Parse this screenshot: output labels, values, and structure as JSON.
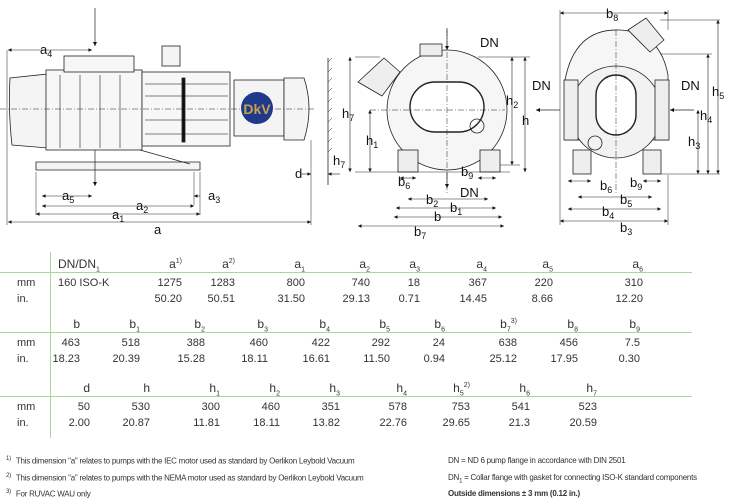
{
  "drawings": {
    "side_view": {
      "labels": [
        {
          "base": "a",
          "sub": "4"
        },
        {
          "base": "a",
          "sub": "5"
        },
        {
          "base": "a",
          "sub": "2"
        },
        {
          "base": "a",
          "sub": "3"
        },
        {
          "base": "a",
          "sub": "1"
        },
        {
          "base": "a",
          "sub": ""
        },
        {
          "base": "d",
          "sub": ""
        },
        {
          "base": "h",
          "sub": "7"
        }
      ],
      "logo_text": "DkV"
    },
    "front_view": {
      "labels": [
        {
          "base": "DN",
          "sub": ""
        },
        {
          "base": "h",
          "sub": "7"
        },
        {
          "base": "h",
          "sub": "1"
        },
        {
          "base": "h",
          "sub": "2"
        },
        {
          "base": "h",
          "sub": ""
        },
        {
          "base": "b",
          "sub": "6"
        },
        {
          "base": "b",
          "sub": "9"
        },
        {
          "base": "DN",
          "sub": ""
        },
        {
          "base": "b",
          "sub": "2"
        },
        {
          "base": "b",
          "sub": "1"
        },
        {
          "base": "b",
          "sub": ""
        },
        {
          "base": "b",
          "sub": "7"
        }
      ]
    },
    "end_view": {
      "labels": [
        {
          "base": "b",
          "sub": "8"
        },
        {
          "base": "DN",
          "sub": ""
        },
        {
          "base": "DN",
          "sub": ""
        },
        {
          "base": "h",
          "sub": "5"
        },
        {
          "base": "h",
          "sub": "4"
        },
        {
          "base": "h",
          "sub": "3"
        },
        {
          "base": "b",
          "sub": "6"
        },
        {
          "base": "b",
          "sub": "9"
        },
        {
          "base": "b",
          "sub": "5"
        },
        {
          "base": "b",
          "sub": "4"
        },
        {
          "base": "b",
          "sub": "3"
        }
      ]
    }
  },
  "table": {
    "row_labels": {
      "mm": "mm",
      "in": "in."
    },
    "blocks": [
      {
        "headers": [
          {
            "base": "DN/DN",
            "sub": "1",
            "sup": ""
          },
          {
            "base": "a",
            "sub": "",
            "sup": "1)"
          },
          {
            "base": "a",
            "sub": "",
            "sup": "2)"
          },
          {
            "base": "a",
            "sub": "1",
            "sup": ""
          },
          {
            "base": "a",
            "sub": "2",
            "sup": ""
          },
          {
            "base": "a",
            "sub": "3",
            "sup": ""
          },
          {
            "base": "a",
            "sub": "4",
            "sup": ""
          },
          {
            "base": "a",
            "sub": "5",
            "sup": ""
          },
          {
            "base": "a",
            "sub": "6",
            "sup": ""
          }
        ],
        "mm": [
          "160 ISO-K",
          "1275",
          "1283",
          "800",
          "740",
          "18",
          "367",
          "220",
          "310"
        ],
        "in": [
          "",
          "50.20",
          "50.51",
          "31.50",
          "29.13",
          "0.71",
          "14.45",
          "8.66",
          "12.20"
        ]
      },
      {
        "headers": [
          {
            "base": "b",
            "sub": "",
            "sup": ""
          },
          {
            "base": "b",
            "sub": "1",
            "sup": ""
          },
          {
            "base": "b",
            "sub": "2",
            "sup": ""
          },
          {
            "base": "b",
            "sub": "3",
            "sup": ""
          },
          {
            "base": "b",
            "sub": "4",
            "sup": ""
          },
          {
            "base": "b",
            "sub": "5",
            "sup": ""
          },
          {
            "base": "b",
            "sub": "6",
            "sup": ""
          },
          {
            "base": "b",
            "sub": "7",
            "sup": "3)"
          },
          {
            "base": "b",
            "sub": "8",
            "sup": ""
          },
          {
            "base": "b",
            "sub": "9",
            "sup": ""
          }
        ],
        "mm": [
          "463",
          "518",
          "388",
          "460",
          "422",
          "292",
          "24",
          "638",
          "456",
          "7.5"
        ],
        "in": [
          "18.23",
          "20.39",
          "15.28",
          "18.11",
          "16.61",
          "11.50",
          "0.94",
          "25.12",
          "17.95",
          "0.30"
        ]
      },
      {
        "headers": [
          {
            "base": "d",
            "sub": "",
            "sup": ""
          },
          {
            "base": "h",
            "sub": "",
            "sup": ""
          },
          {
            "base": "h",
            "sub": "1",
            "sup": ""
          },
          {
            "base": "h",
            "sub": "2",
            "sup": ""
          },
          {
            "base": "h",
            "sub": "3",
            "sup": ""
          },
          {
            "base": "h",
            "sub": "4",
            "sup": ""
          },
          {
            "base": "h",
            "sub": "5",
            "sup": "2)"
          },
          {
            "base": "h",
            "sub": "6",
            "sup": ""
          },
          {
            "base": "h",
            "sub": "7",
            "sup": ""
          }
        ],
        "mm": [
          "50",
          "530",
          "300",
          "460",
          "351",
          "578",
          "753",
          "541",
          "523"
        ],
        "in": [
          "2.00",
          "20.87",
          "11.81",
          "18.11",
          "13.82",
          "22.76",
          "29.65",
          "21.3",
          "20.59"
        ]
      }
    ]
  },
  "footnotes": [
    {
      "mark": "1)",
      "text": "This dimension \"a\" relates to pumps with the IEC motor used as standard by Oerlikon Leybold Vacuum"
    },
    {
      "mark": "2)",
      "text": "This dimension \"a\" relates to pumps with the NEMA motor used as standard by Oerlikon Leybold Vacuum"
    },
    {
      "mark": "3)",
      "text": "For RUVAC WAU only"
    }
  ],
  "notes": {
    "dn": "DN  = ND 6 pump flange in accordance with DIN 2501",
    "dn1_base": "DN",
    "dn1_sub": "1",
    "dn1_text": " = Collar flange with gasket for connecting ISO-K standard components",
    "tolerance": "Outside dimensions ± 3 mm (0.12 in.)"
  },
  "colors": {
    "table_rule": "#a9d5a0",
    "logo_blue": "#1f3a8a",
    "logo_gold": "#c9a04a"
  }
}
